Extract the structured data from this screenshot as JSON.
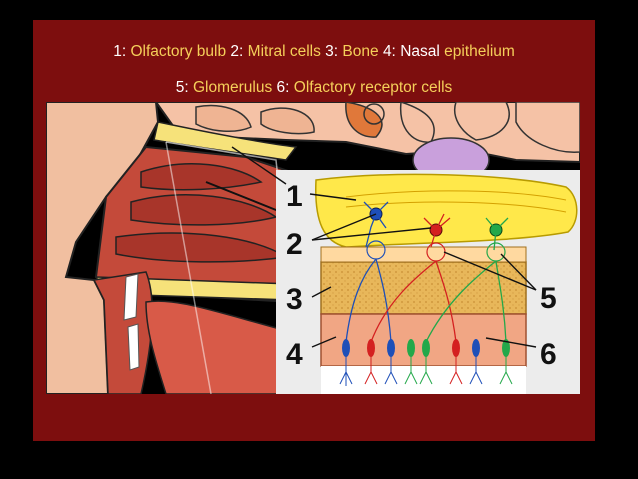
{
  "caption": {
    "line1": [
      {
        "num": "1:",
        "term": "Olfactory bulb"
      },
      {
        "num": "2:",
        "term": "Mitral cells"
      },
      {
        "num": "3:",
        "term": "Bone"
      },
      {
        "num": "4:",
        "term": "Nasal",
        "term_rest": "epithelium"
      }
    ],
    "line2": [
      {
        "num": "5:",
        "term": "Glomerulus"
      },
      {
        "num": "6:",
        "term": "Olfactory receptor cells"
      }
    ]
  },
  "labels": [
    "1",
    "2",
    "3",
    "4",
    "5",
    "6"
  ],
  "colors": {
    "slide_bg": "#7d0e0e",
    "caption_term": "#f5cf5a",
    "caption_number": "#ffffff",
    "bulb": "#ffe84a",
    "bone": "#e8b75a",
    "epithelium": "#f1a684",
    "neuron_blue": "#1e4fb8",
    "neuron_red": "#d42020",
    "neuron_green": "#23a84a"
  }
}
